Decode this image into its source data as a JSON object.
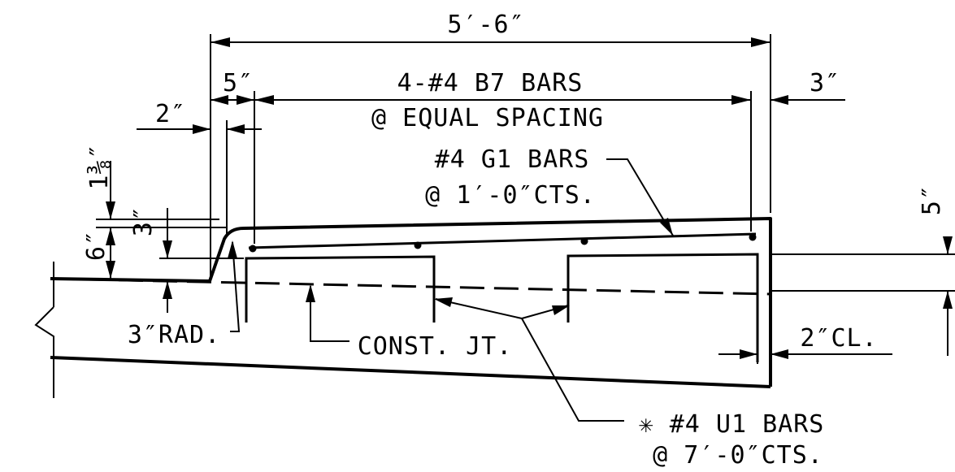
{
  "labels": {
    "overall_width": "5′-6″",
    "bars_b7_line1": "4-#4 B7 BARS",
    "bars_b7_line2": "@ EQUAL SPACING",
    "dim_5in_top": "5″",
    "dim_3in_right": "3″",
    "dim_2in_left": "2″",
    "dim_1_3_8": "1⅜″",
    "dim_3in_vert": "3″",
    "dim_6in_vert": "6″",
    "bars_g1_line1": "#4 G1 BARS",
    "bars_g1_line2": "@ 1′-0″CTS.",
    "dim_5in_right_vert": "5″",
    "radius": "3″RAD.",
    "const_jt": "CONST. JT.",
    "clear_cover": "2″CL.",
    "bars_u1_line1": "✳ #4 U1 BARS",
    "bars_u1_line2": "@ 7′-0″CTS."
  }
}
